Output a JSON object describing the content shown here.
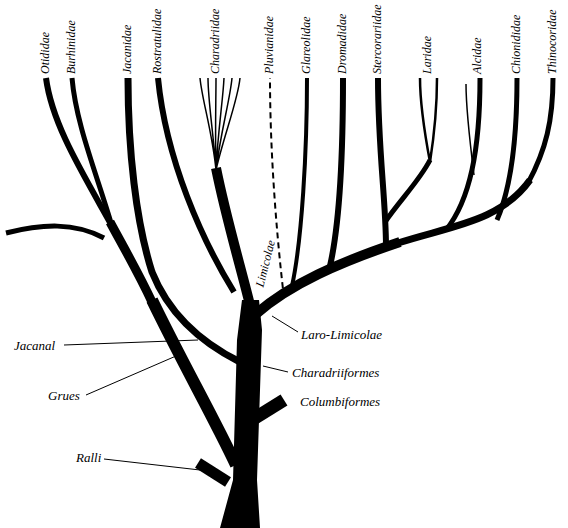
{
  "diagram": {
    "labels": [
      "Otididae",
      "Burhinidae",
      "Jacanidae",
      "Rostratulidae",
      "Charadriidae",
      "Pluvianidae",
      "Glareolidae",
      "Dromadidae",
      "Stercorariidae",
      "Laridae",
      "Alcidae",
      "Chionididae",
      "Thinocoridae",
      "Limicolae",
      "Laro-Limicolae",
      "Jacanal",
      "Charadriiformes",
      "Grues",
      "Columbiformes",
      "Ralli"
    ]
  }
}
